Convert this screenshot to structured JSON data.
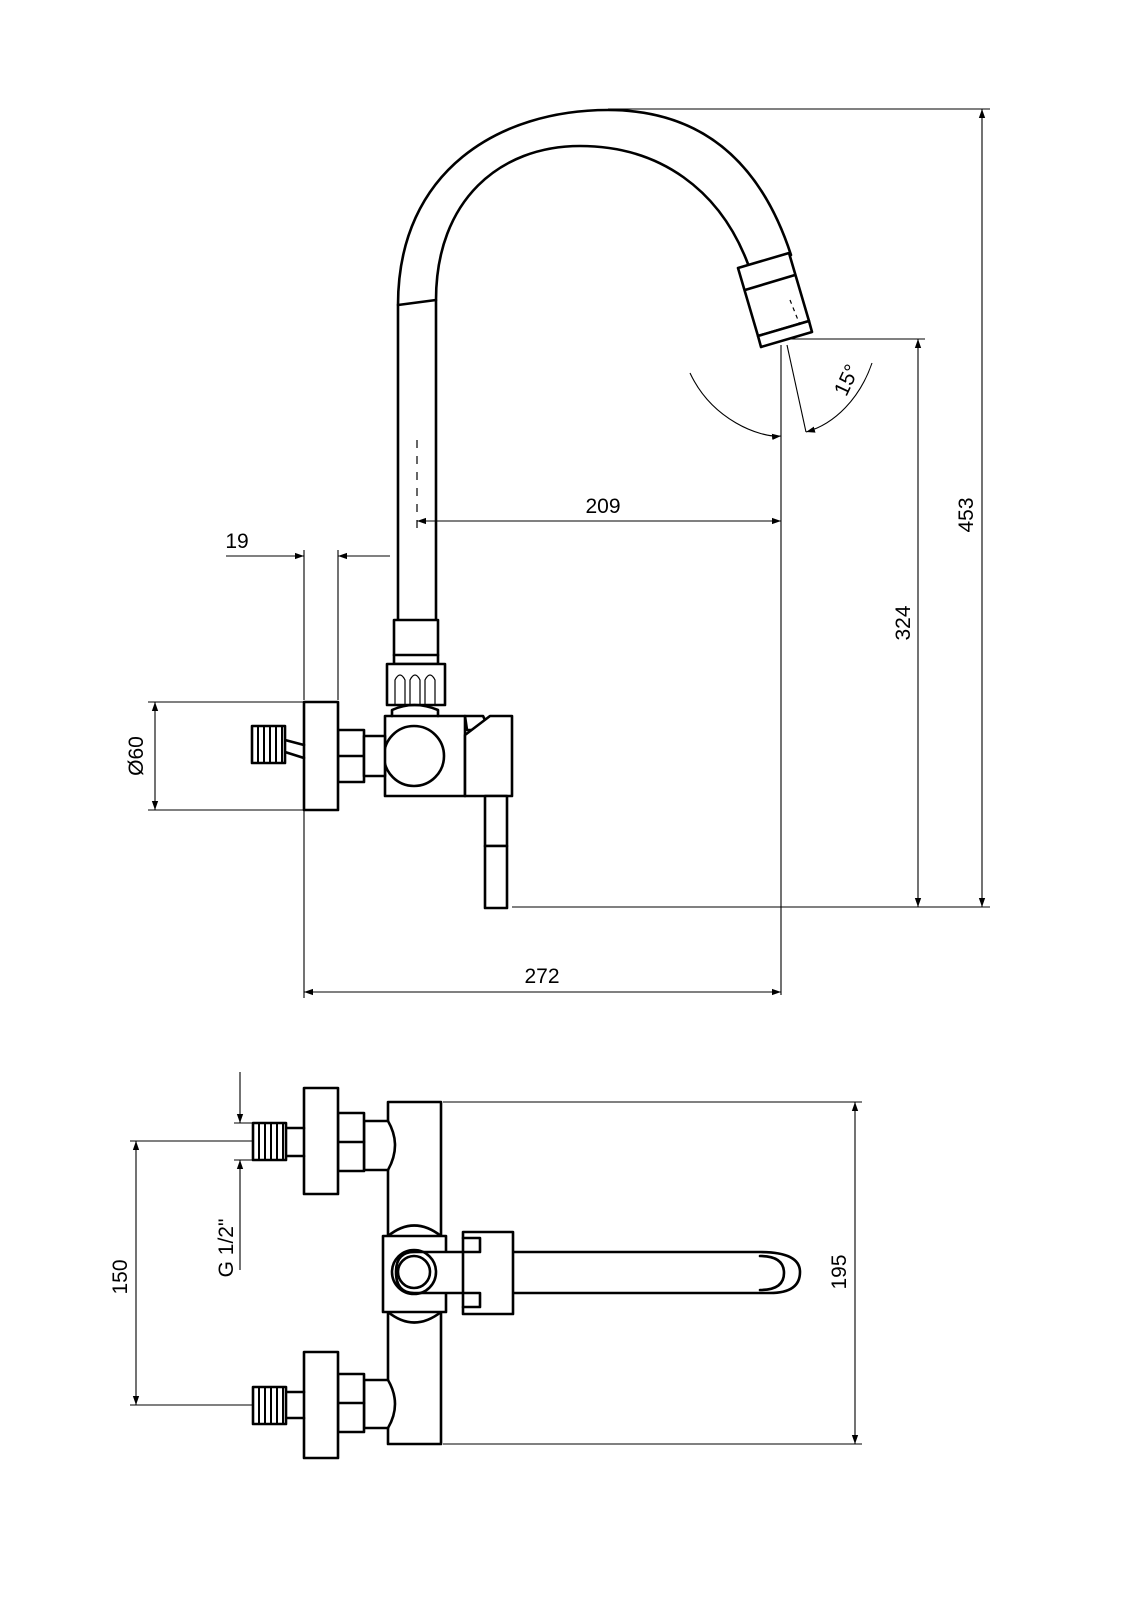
{
  "side_view": {
    "dimensions": {
      "flange_thickness": "19",
      "flange_diameter": "Ø60",
      "spout_reach": "209",
      "swivel_angle": "15°",
      "outlet_height": "324",
      "total_height": "453",
      "total_depth": "272"
    }
  },
  "top_view": {
    "dimensions": {
      "thread_size": "G 1/2\"",
      "inlet_spacing": "150",
      "body_length": "195"
    }
  }
}
